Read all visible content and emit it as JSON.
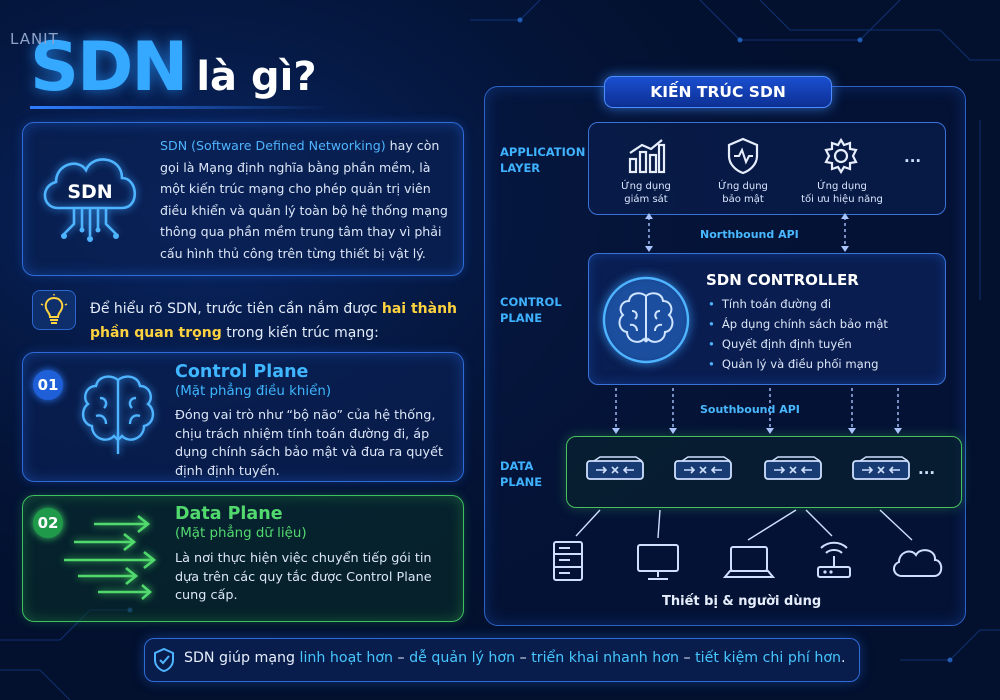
{
  "brand": "LANIT",
  "title": {
    "main": "SDN",
    "rest": "là gì?"
  },
  "intro": {
    "icon_label": "SDN",
    "highlight": "SDN (Software Defined Networking)",
    "text": " hay còn gọi là Mạng định nghĩa bằng phần mềm, là một kiến trúc mạng cho phép quản trị viên điều khiển và quản lý toàn bộ hệ thống mạng thông qua phần mềm trung tâm thay vì phải cấu hình thủ công trên từng thiết bị vật lý."
  },
  "lead": {
    "pre": "Để hiểu rõ SDN, trước tiên cần nắm được ",
    "highlight": "hai thành phần quan trọng",
    "post": " trong kiến trúc mạng:"
  },
  "cards": [
    {
      "num": "01",
      "title": "Control Plane",
      "subtitle": "(Mặt phẳng điều khiển)",
      "desc": "Đóng vai trò như “bộ não” của hệ thống, chịu trách nhiệm tính toán đường đi, áp dụng chính sách bảo mật và đưa ra quyết định định tuyến.",
      "color": "#3fb6ff"
    },
    {
      "num": "02",
      "title": "Data Plane",
      "subtitle": "(Mặt phẳng dữ liệu)",
      "desc": "Là nơi thực hiện việc chuyển tiếp gói tin dựa trên các quy tắc được Control Plane cung cấp.",
      "color": "#52d96e"
    }
  ],
  "architecture": {
    "title": "KIẾN TRÚC SDN",
    "layers": {
      "application": "APPLICATION\nLAYER",
      "control": "CONTROL\nPLANE",
      "data": "DATA\nPLANE"
    },
    "apps": [
      {
        "icon": "bar-chart-icon",
        "label": "Ứng dụng\ngiám sát"
      },
      {
        "icon": "shield-icon",
        "label": "Ứng dụng\nbảo mật"
      },
      {
        "icon": "gear-icon",
        "label": "Ứng dụng\ntối ưu hiệu năng"
      }
    ],
    "more": "...",
    "northbound": "Northbound API",
    "southbound": "Southbound API",
    "controller": {
      "title": "SDN CONTROLLER",
      "items": [
        "Tính toán đường đi",
        "Áp dụng chính sách bảo mật",
        "Quyết định định tuyến",
        "Quản lý và điều phối mạng"
      ]
    },
    "devices_label": "Thiết bị & người dùng",
    "devices": [
      "server-icon",
      "monitor-icon",
      "laptop-icon",
      "router-icon",
      "cloud-icon"
    ]
  },
  "bottom": {
    "pre": "SDN giúp mạng ",
    "b1": "linh hoạt hơn",
    "sep1": " – ",
    "b2": "dễ quản lý hơn",
    "sep2": " – ",
    "b3": "triển khai nhanh hơn",
    "sep3": " – ",
    "b4": "tiết kiệm chi phí hơn",
    "end": "."
  },
  "colors": {
    "accent": "#35a8ff",
    "highlight": "#ffd23f",
    "control": "#2e6bd6",
    "data": "#47c15e",
    "background": "#03102e"
  }
}
